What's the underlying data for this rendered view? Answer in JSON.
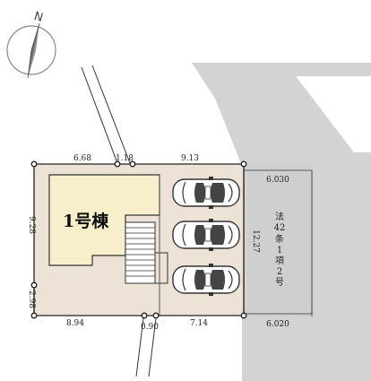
{
  "compass": {
    "north_label": "N",
    "icon": "north-arrow-icon"
  },
  "building": {
    "label": "1号棟"
  },
  "dimensions": {
    "top_left": "6.68",
    "top_mid": "1.18",
    "top_right": "9.13",
    "left_upper": "9.28",
    "left_lower": "2.98",
    "bottom_left": "8.94",
    "bottom_mid": "0.90",
    "bottom_right": "7.14",
    "east_side": "12.27",
    "road_width_top": "6.030",
    "road_width_bottom": "6.020"
  },
  "road": {
    "label": [
      "法",
      "42",
      "条",
      "1",
      "項",
      "2",
      "号"
    ]
  },
  "parking": {
    "count": 3,
    "icon": "car-icon"
  },
  "colors": {
    "lot": "#ece2d6",
    "building": "#f7efcb",
    "road": "#d3d3d3",
    "line": "#222222"
  }
}
